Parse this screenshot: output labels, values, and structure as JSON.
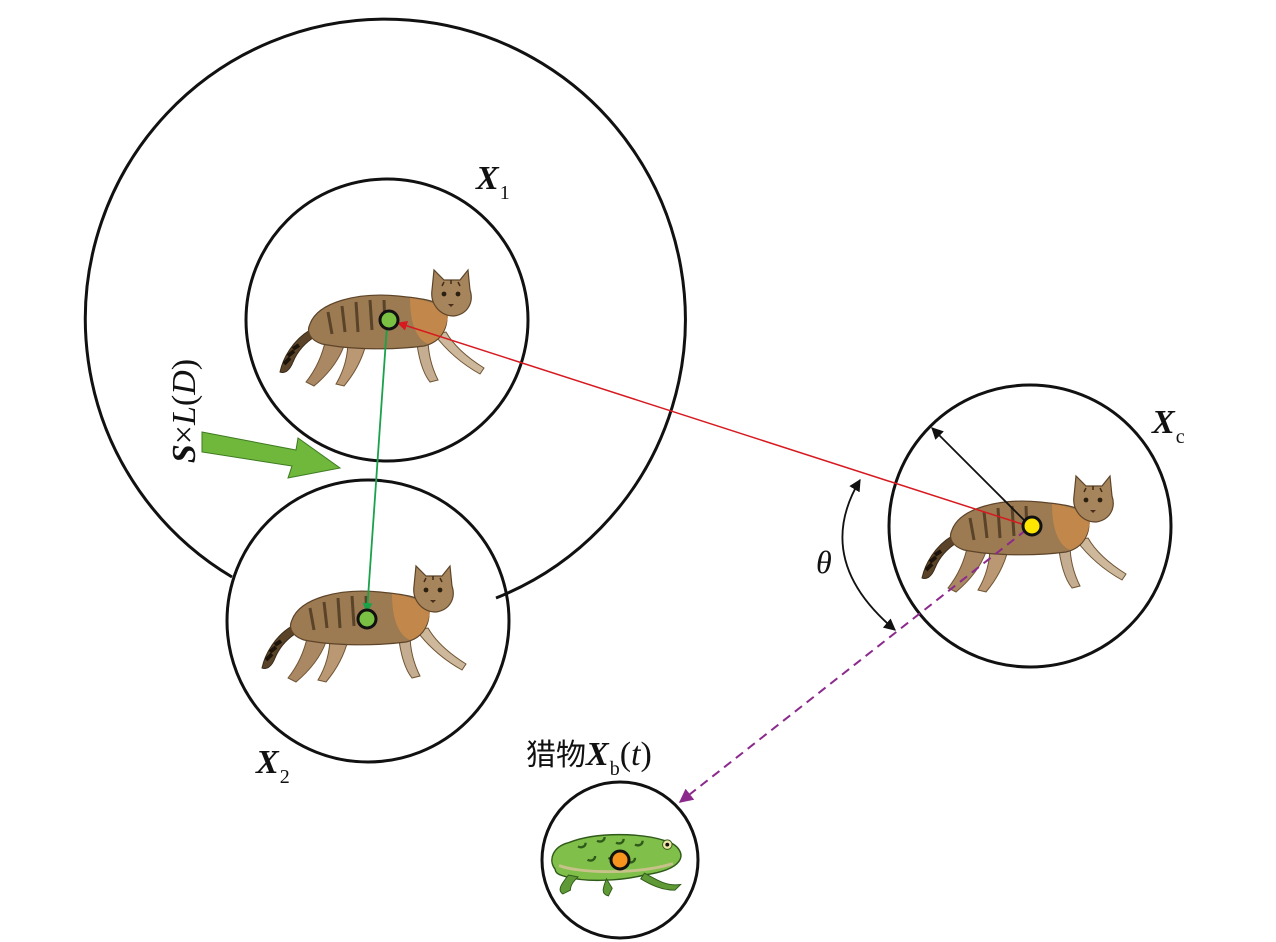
{
  "labels": {
    "x1": {
      "main": "X",
      "sub": "1"
    },
    "x2": {
      "main": "X",
      "sub": "2"
    },
    "xc": {
      "main": "X",
      "sub": "c"
    },
    "prey": {
      "prefix": "猎物",
      "main": "X",
      "sub": "b",
      "arg_open": "(",
      "arg": "t",
      "arg_close": ")"
    },
    "theta": "θ",
    "step": {
      "s": "S",
      "times": "×",
      "l": "L",
      "open": "(",
      "d": "D",
      "close": ")"
    }
  },
  "colors": {
    "circle": "#111111",
    "red_arrow": "#d71920",
    "green_arrow": "#1aa24a",
    "purple_arrow": "#8b2a8c",
    "cat_marker": "#7ac143",
    "current_marker": "#ffe600",
    "prey_marker": "#f7941d",
    "big_arrow": "#6fb83c"
  },
  "icons": [
    "cat-icon",
    "frog-icon"
  ]
}
